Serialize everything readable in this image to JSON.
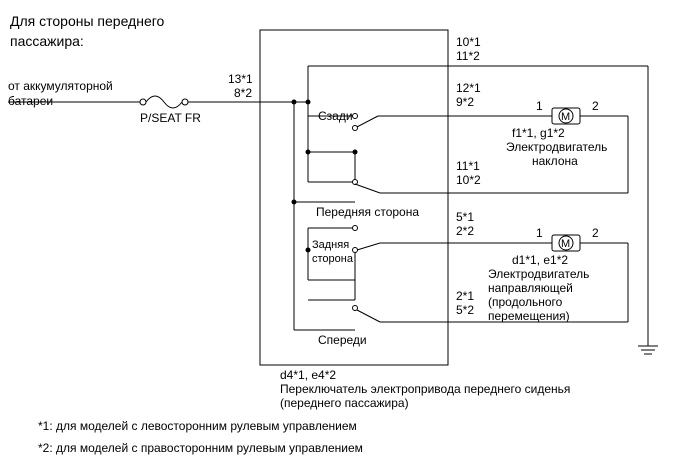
{
  "header": {
    "line1": "Для стороны переднего",
    "line2": "пассажира:"
  },
  "source": {
    "line1": "от аккумуляторной",
    "line2": "батареи",
    "fuse_label": "P/SEAT FR"
  },
  "pins": {
    "input_a": "13*1",
    "input_b": "8*2",
    "ground_a": "10*1",
    "ground_b": "11*2",
    "recline_top_a": "12*1",
    "recline_top_b": "9*2",
    "recline_bottom_a": "11*1",
    "recline_bottom_b": "10*2",
    "slide_top_a": "5*1",
    "slide_top_b": "2*2",
    "slide_bottom_a": "2*1",
    "slide_bottom_b": "5*2"
  },
  "switch": {
    "rear": "Сзади",
    "front_side": "Передняя сторона",
    "back_side_line1": "Задняя",
    "back_side_line2": "сторона",
    "forward": "Спереди",
    "connector": "d4*1, e4*2",
    "name_line1": "Переключатель электропривода переднего сиденья",
    "name_line2": "(переднего пассажира)"
  },
  "motor_recline": {
    "symbol": "M",
    "pin1": "1",
    "pin2": "2",
    "connector": "f1*1, g1*2",
    "name_line1": "Электродвигатель",
    "name_line2": "наклона"
  },
  "motor_slide": {
    "symbol": "M",
    "pin1": "1",
    "pin2": "2",
    "connector": "d1*1, e1*2",
    "name_line1": "Электродвигатель",
    "name_line2": "направляющей",
    "name_line3": "(продольного",
    "name_line4": "перемещения)"
  },
  "footnotes": {
    "note1": "*1: для моделей с левосторонним рулевым управлением",
    "note2": "*2: для моделей с правосторонним рулевым управлением"
  }
}
